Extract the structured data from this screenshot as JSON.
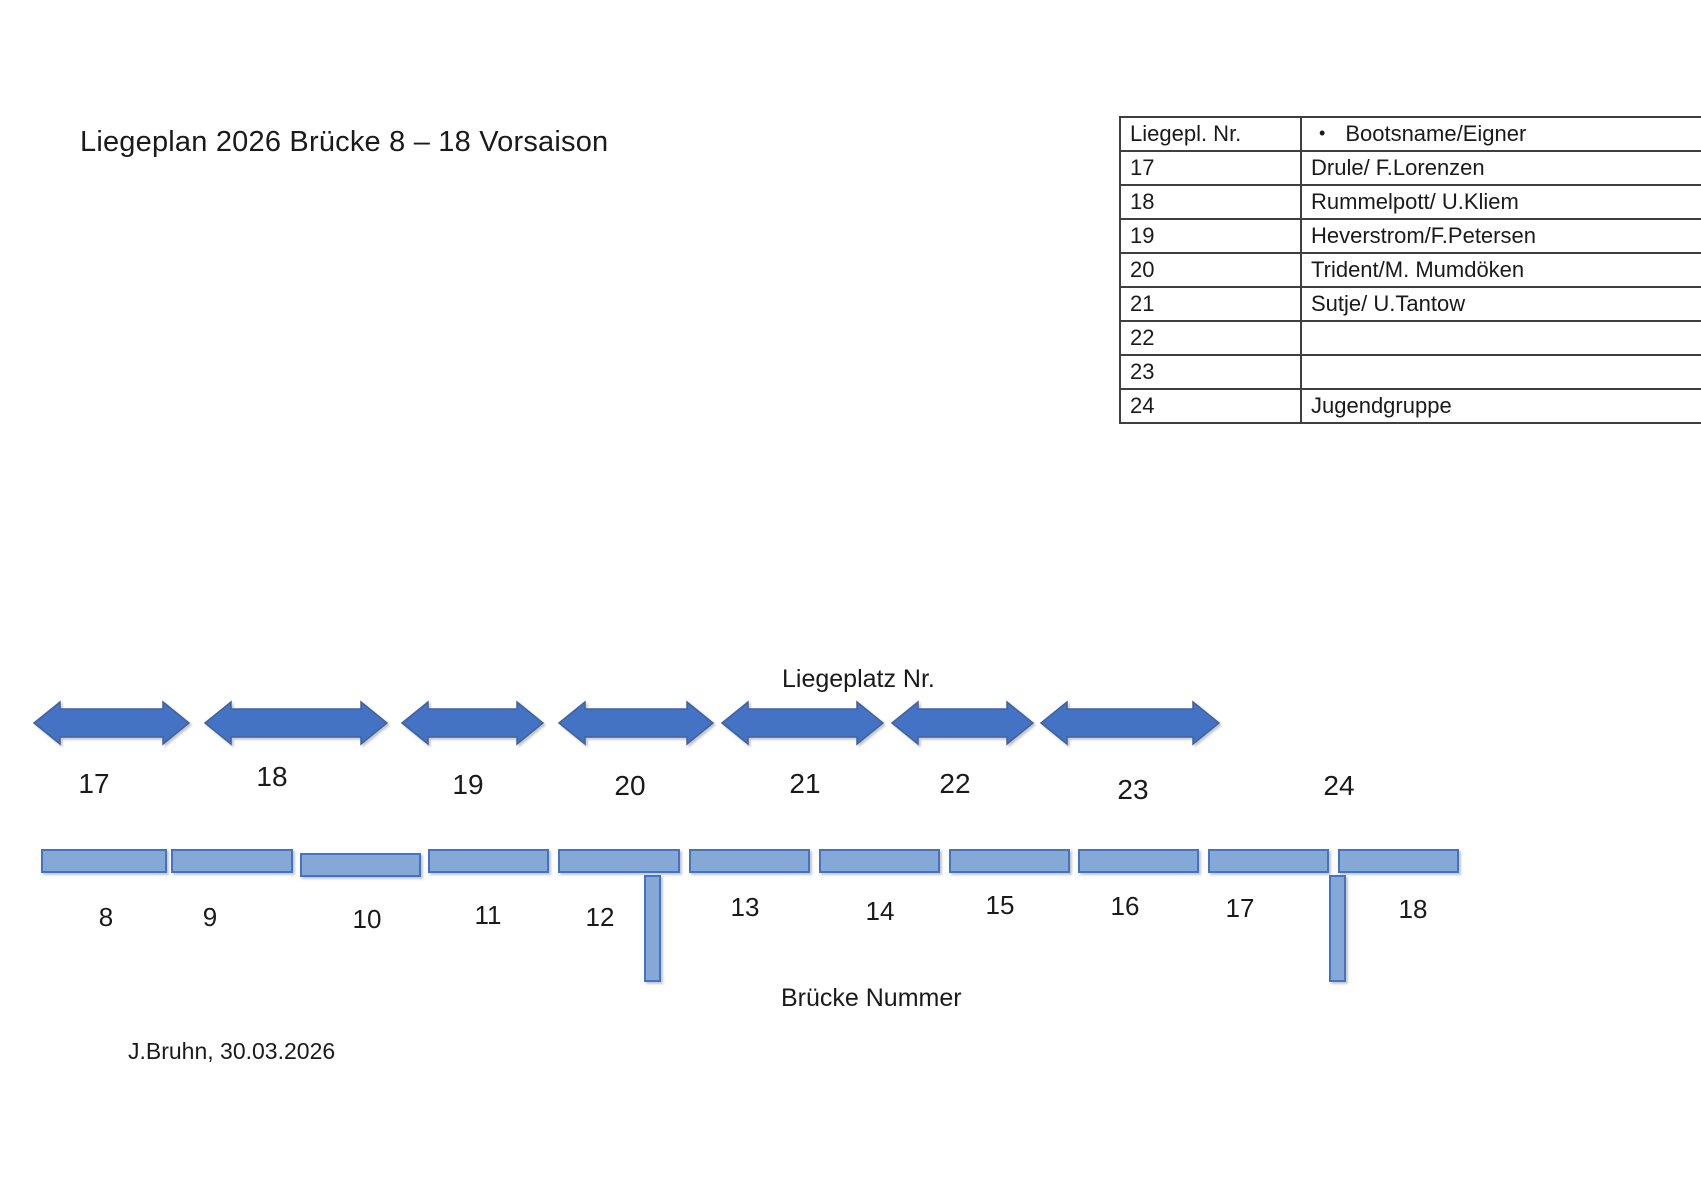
{
  "page": {
    "title": "Liegeplan 2026 Brücke 8 – 18 Vorsaison",
    "signature": "J.Bruhn, 30.03.2026",
    "background_color": "#ffffff"
  },
  "assignment_table": {
    "col1_header": "Liegepl. Nr.",
    "col2_header_bullet": "•",
    "col2_header": "Bootsname/Eigner",
    "rows": [
      {
        "nr": "17",
        "boat": "Drule/ F.Lorenzen"
      },
      {
        "nr": "18",
        "boat": "Rummelpott/ U.Kliem"
      },
      {
        "nr": "19",
        "boat": "Heverstrom/F.Petersen"
      },
      {
        "nr": "20",
        "boat": "Trident/M. Mumdöken"
      },
      {
        "nr": "21",
        "boat": "Sutje/ U.Tantow"
      },
      {
        "nr": "22",
        "boat": ""
      },
      {
        "nr": "23",
        "boat": ""
      },
      {
        "nr": "24",
        "boat": "Jugendgruppe"
      }
    ]
  },
  "diagram": {
    "liegeplatz_axis_label": "Liegeplatz Nr.",
    "bruecke_axis_label": "Brücke Nummer",
    "berth_labels": [
      "17",
      "18",
      "19",
      "20",
      "21",
      "22",
      "23",
      "24"
    ],
    "bridge_labels": [
      "8",
      "9",
      "10",
      "11",
      "12",
      "13",
      "14",
      "15",
      "16",
      "17",
      "18"
    ],
    "colors": {
      "arrow_fill": "#4472c4",
      "arrow_outline": "#41639c",
      "bridge_fill": "#85a9d6",
      "bridge_outline": "#4472c4"
    }
  }
}
